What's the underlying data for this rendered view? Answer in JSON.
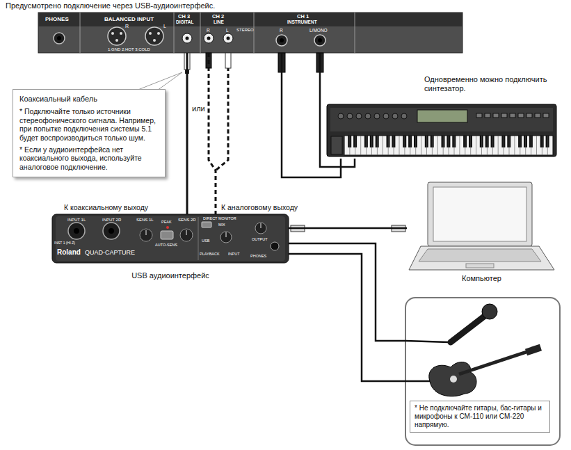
{
  "diagram": {
    "title": "Предусмотрено подключение через USB-аудиоинтерфейс.",
    "nodes": [
      {
        "text": [
          "PHONES",
          "BALANCED INPUT",
          "R",
          "L",
          "1:GND 2:HOT 3:COLD",
          "CH 3",
          "DIGITAL",
          "CH 2",
          "LINE",
          "R",
          "L",
          "STEREO",
          "CH 1",
          "INSTRUMENT",
          "R",
          "L/MONO"
        ]
      },
      {
        "text": [
          "Коаксиальный кабель",
          "* Подключайте только источники стереофонического сигнала. Например, при попытке подключения системы 5.1 будет воспроизводиться только шум.",
          "* Если у аудиоинтерфейса нет коаксиального выхода, используйте аналоговое подключение."
        ]
      },
      {
        "text": [
          "Одновременно можно подключить синтезатор."
        ]
      },
      {
        "text": [
          "USB аудиоинтерфейс"
        ]
      },
      {
        "text": [
          "Компьютер"
        ]
      },
      {
        "text": [
          "* Не подключайте гитары, бас-гитары и микрофоны к CM-110 или CM-220 напрямую."
        ]
      }
    ],
    "edges": [
      {
        "from": 0,
        "to": 3,
        "arrow": "none"
      },
      {
        "from": 0,
        "to": 3,
        "arrow": "none"
      },
      {
        "from": 0,
        "to": 2,
        "arrow": "none"
      },
      {
        "from": 0,
        "to": 2,
        "arrow": "none"
      },
      {
        "from": 3,
        "to": 4,
        "arrow": "none"
      },
      {
        "from": 3,
        "to": 5,
        "arrow": "none"
      },
      {
        "from": 3,
        "to": 5,
        "arrow": "none"
      }
    ],
    "labels": [
      "или",
      "К коаксиальному выходу",
      "К аналоговому выходу",
      "INPUT 1L",
      "INPUT 2R",
      "SENS 1L",
      "PEAK",
      "SENS 2R",
      "AUTO-SENS",
      "DIRECT MONITOR",
      "USB",
      "MIX",
      "PLAYBACK",
      "INPUT",
      "OUTPUT",
      "PHONES",
      "Roland",
      "QUAD-CAPTURE",
      "INST 1 (HI-Z)"
    ]
  }
}
